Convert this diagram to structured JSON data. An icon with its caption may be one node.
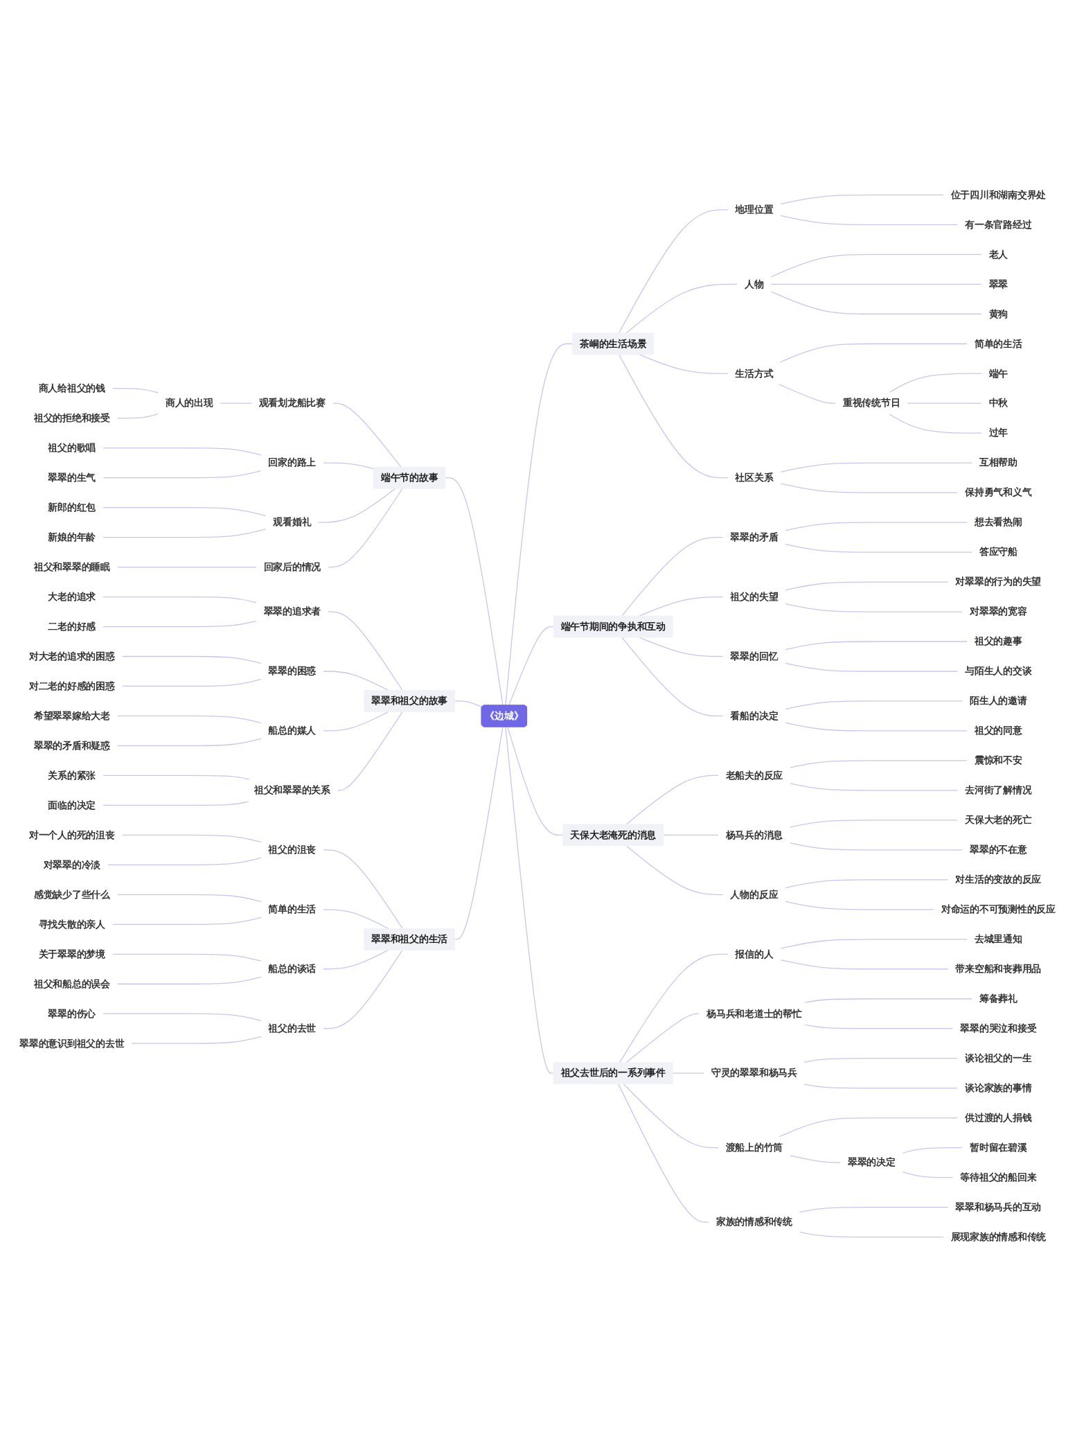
{
  "diagram": {
    "nodes": [
      {
        "text": [
          "《边城》"
        ]
      },
      {
        "text": [
          "茶峒的生活场景"
        ]
      },
      {
        "text": [
          "地理位置"
        ]
      },
      {
        "text": [
          "位于四川和湖南交界处"
        ]
      },
      {
        "text": [
          "有一条官路经过"
        ]
      },
      {
        "text": [
          "人物"
        ]
      },
      {
        "text": [
          "老人"
        ]
      },
      {
        "text": [
          "翠翠"
        ]
      },
      {
        "text": [
          "黄狗"
        ]
      },
      {
        "text": [
          "生活方式"
        ]
      },
      {
        "text": [
          "简单的生活"
        ]
      },
      {
        "text": [
          "重视传统节日"
        ]
      },
      {
        "text": [
          "端午"
        ]
      },
      {
        "text": [
          "中秋"
        ]
      },
      {
        "text": [
          "过年"
        ]
      },
      {
        "text": [
          "社区关系"
        ]
      },
      {
        "text": [
          "互相帮助"
        ]
      },
      {
        "text": [
          "保持勇气和义气"
        ]
      },
      {
        "text": [
          "端午节期间的争执和互动"
        ]
      },
      {
        "text": [
          "翠翠的矛盾"
        ]
      },
      {
        "text": [
          "想去看热闹"
        ]
      },
      {
        "text": [
          "答应守船"
        ]
      },
      {
        "text": [
          "祖父的失望"
        ]
      },
      {
        "text": [
          "对翠翠的行为的失望"
        ]
      },
      {
        "text": [
          "对翠翠的宽容"
        ]
      },
      {
        "text": [
          "翠翠的回忆"
        ]
      },
      {
        "text": [
          "祖父的趣事"
        ]
      },
      {
        "text": [
          "与陌生人的交谈"
        ]
      },
      {
        "text": [
          "看船的决定"
        ]
      },
      {
        "text": [
          "陌生人的邀请"
        ]
      },
      {
        "text": [
          "祖父的同意"
        ]
      },
      {
        "text": [
          "天保大老淹死的消息"
        ]
      },
      {
        "text": [
          "老船夫的反应"
        ]
      },
      {
        "text": [
          "震惊和不安"
        ]
      },
      {
        "text": [
          "去河街了解情况"
        ]
      },
      {
        "text": [
          "杨马兵的消息"
        ]
      },
      {
        "text": [
          "天保大老的死亡"
        ]
      },
      {
        "text": [
          "翠翠的不在意"
        ]
      },
      {
        "text": [
          "人物的反应"
        ]
      },
      {
        "text": [
          "对生活的变故的反应"
        ]
      },
      {
        "text": [
          "对命运的不可预测性的反应"
        ]
      },
      {
        "text": [
          "祖父去世后的一系列事件"
        ]
      },
      {
        "text": [
          "报信的人"
        ]
      },
      {
        "text": [
          "去城里通知"
        ]
      },
      {
        "text": [
          "带来空船和丧葬用品"
        ]
      },
      {
        "text": [
          "杨马兵和老道士的帮忙"
        ]
      },
      {
        "text": [
          "筹备葬礼"
        ]
      },
      {
        "text": [
          "翠翠的哭泣和接受"
        ]
      },
      {
        "text": [
          "守灵的翠翠和杨马兵"
        ]
      },
      {
        "text": [
          "谈论祖父的一生"
        ]
      },
      {
        "text": [
          "谈论家族的事情"
        ]
      },
      {
        "text": [
          "渡船上的竹筒"
        ]
      },
      {
        "text": [
          "供过渡的人捐钱"
        ]
      },
      {
        "text": [
          "翠翠的决定"
        ]
      },
      {
        "text": [
          "暂时留在碧溪"
        ]
      },
      {
        "text": [
          "等待祖父的船回来"
        ]
      },
      {
        "text": [
          "家族的情感和传统"
        ]
      },
      {
        "text": [
          "翠翠和杨马兵的互动"
        ]
      },
      {
        "text": [
          "展现家族的情感和传统"
        ]
      },
      {
        "text": [
          "端午节的故事"
        ]
      },
      {
        "text": [
          "观看划龙船比赛"
        ]
      },
      {
        "text": [
          "商人的出现"
        ]
      },
      {
        "text": [
          "商人给祖父的钱"
        ]
      },
      {
        "text": [
          "祖父的拒绝和接受"
        ]
      },
      {
        "text": [
          "回家的路上"
        ]
      },
      {
        "text": [
          "祖父的歌唱"
        ]
      },
      {
        "text": [
          "翠翠的生气"
        ]
      },
      {
        "text": [
          "观看婚礼"
        ]
      },
      {
        "text": [
          "新郎的红包"
        ]
      },
      {
        "text": [
          "新娘的年龄"
        ]
      },
      {
        "text": [
          "回家后的情况"
        ]
      },
      {
        "text": [
          "祖父和翠翠的睡眠"
        ]
      },
      {
        "text": [
          "翠翠和祖父的故事"
        ]
      },
      {
        "text": [
          "翠翠的追求者"
        ]
      },
      {
        "text": [
          "大老的追求"
        ]
      },
      {
        "text": [
          "二老的好感"
        ]
      },
      {
        "text": [
          "翠翠的困惑"
        ]
      },
      {
        "text": [
          "对大老的追求的困惑"
        ]
      },
      {
        "text": [
          "对二老的好感的困惑"
        ]
      },
      {
        "text": [
          "船总的媒人"
        ]
      },
      {
        "text": [
          "希望翠翠嫁给大老"
        ]
      },
      {
        "text": [
          "翠翠的矛盾和疑惑"
        ]
      },
      {
        "text": [
          "祖父和翠翠的关系"
        ]
      },
      {
        "text": [
          "关系的紧张"
        ]
      },
      {
        "text": [
          "面临的决定"
        ]
      },
      {
        "text": [
          "翠翠和祖父的生活"
        ]
      },
      {
        "text": [
          "祖父的沮丧"
        ]
      },
      {
        "text": [
          "对一个人的死的沮丧"
        ]
      },
      {
        "text": [
          "对翠翠的冷淡"
        ]
      },
      {
        "text": [
          "简单的生活"
        ]
      },
      {
        "text": [
          "感觉缺少了些什么"
        ]
      },
      {
        "text": [
          "寻找失散的亲人"
        ]
      },
      {
        "text": [
          "船总的谈话"
        ]
      },
      {
        "text": [
          "关于翠翠的梦境"
        ]
      },
      {
        "text": [
          "祖父和船总的误会"
        ]
      },
      {
        "text": [
          "祖父的去世"
        ]
      },
      {
        "text": [
          "翠翠的伤心"
        ]
      },
      {
        "text": [
          "翠翠的意识到祖父的去世"
        ]
      }
    ],
    "edges": [
      {
        "from": 0,
        "to": 1,
        "arrow": "none"
      },
      {
        "from": 1,
        "to": 2,
        "arrow": "none"
      },
      {
        "from": 2,
        "to": 3,
        "arrow": "none"
      },
      {
        "from": 2,
        "to": 4,
        "arrow": "none"
      },
      {
        "from": 1,
        "to": 5,
        "arrow": "none"
      },
      {
        "from": 5,
        "to": 6,
        "arrow": "none"
      },
      {
        "from": 5,
        "to": 7,
        "arrow": "none"
      },
      {
        "from": 5,
        "to": 8,
        "arrow": "none"
      },
      {
        "from": 1,
        "to": 9,
        "arrow": "none"
      },
      {
        "from": 9,
        "to": 10,
        "arrow": "none"
      },
      {
        "from": 9,
        "to": 11,
        "arrow": "none"
      },
      {
        "from": 11,
        "to": 12,
        "arrow": "none"
      },
      {
        "from": 11,
        "to": 13,
        "arrow": "none"
      },
      {
        "from": 11,
        "to": 14,
        "arrow": "none"
      },
      {
        "from": 1,
        "to": 15,
        "arrow": "none"
      },
      {
        "from": 15,
        "to": 16,
        "arrow": "none"
      },
      {
        "from": 15,
        "to": 17,
        "arrow": "none"
      },
      {
        "from": 0,
        "to": 18,
        "arrow": "none"
      },
      {
        "from": 18,
        "to": 19,
        "arrow": "none"
      },
      {
        "from": 19,
        "to": 20,
        "arrow": "none"
      },
      {
        "from": 19,
        "to": 21,
        "arrow": "none"
      },
      {
        "from": 18,
        "to": 22,
        "arrow": "none"
      },
      {
        "from": 22,
        "to": 23,
        "arrow": "none"
      },
      {
        "from": 22,
        "to": 24,
        "arrow": "none"
      },
      {
        "from": 18,
        "to": 25,
        "arrow": "none"
      },
      {
        "from": 25,
        "to": 26,
        "arrow": "none"
      },
      {
        "from": 25,
        "to": 27,
        "arrow": "none"
      },
      {
        "from": 18,
        "to": 28,
        "arrow": "none"
      },
      {
        "from": 28,
        "to": 29,
        "arrow": "none"
      },
      {
        "from": 28,
        "to": 30,
        "arrow": "none"
      },
      {
        "from": 0,
        "to": 31,
        "arrow": "none"
      },
      {
        "from": 31,
        "to": 32,
        "arrow": "none"
      },
      {
        "from": 32,
        "to": 33,
        "arrow": "none"
      },
      {
        "from": 32,
        "to": 34,
        "arrow": "none"
      },
      {
        "from": 31,
        "to": 35,
        "arrow": "none"
      },
      {
        "from": 35,
        "to": 36,
        "arrow": "none"
      },
      {
        "from": 35,
        "to": 37,
        "arrow": "none"
      },
      {
        "from": 31,
        "to": 38,
        "arrow": "none"
      },
      {
        "from": 38,
        "to": 39,
        "arrow": "none"
      },
      {
        "from": 38,
        "to": 40,
        "arrow": "none"
      },
      {
        "from": 0,
        "to": 41,
        "arrow": "none"
      },
      {
        "from": 41,
        "to": 42,
        "arrow": "none"
      },
      {
        "from": 42,
        "to": 43,
        "arrow": "none"
      },
      {
        "from": 42,
        "to": 44,
        "arrow": "none"
      },
      {
        "from": 41,
        "to": 45,
        "arrow": "none"
      },
      {
        "from": 45,
        "to": 46,
        "arrow": "none"
      },
      {
        "from": 45,
        "to": 47,
        "arrow": "none"
      },
      {
        "from": 41,
        "to": 48,
        "arrow": "none"
      },
      {
        "from": 48,
        "to": 49,
        "arrow": "none"
      },
      {
        "from": 48,
        "to": 50,
        "arrow": "none"
      },
      {
        "from": 41,
        "to": 51,
        "arrow": "none"
      },
      {
        "from": 51,
        "to": 52,
        "arrow": "none"
      },
      {
        "from": 51,
        "to": 53,
        "arrow": "none"
      },
      {
        "from": 53,
        "to": 54,
        "arrow": "none"
      },
      {
        "from": 53,
        "to": 55,
        "arrow": "none"
      },
      {
        "from": 41,
        "to": 56,
        "arrow": "none"
      },
      {
        "from": 56,
        "to": 57,
        "arrow": "none"
      },
      {
        "from": 56,
        "to": 58,
        "arrow": "none"
      },
      {
        "from": 59,
        "to": 0,
        "arrow": "none"
      },
      {
        "from": 60,
        "to": 59,
        "arrow": "none"
      },
      {
        "from": 61,
        "to": 60,
        "arrow": "none"
      },
      {
        "from": 62,
        "to": 61,
        "arrow": "none"
      },
      {
        "from": 63,
        "to": 61,
        "arrow": "none"
      },
      {
        "from": 64,
        "to": 59,
        "arrow": "none"
      },
      {
        "from": 65,
        "to": 64,
        "arrow": "none"
      },
      {
        "from": 66,
        "to": 64,
        "arrow": "none"
      },
      {
        "from": 67,
        "to": 59,
        "arrow": "none"
      },
      {
        "from": 68,
        "to": 67,
        "arrow": "none"
      },
      {
        "from": 69,
        "to": 67,
        "arrow": "none"
      },
      {
        "from": 70,
        "to": 59,
        "arrow": "none"
      },
      {
        "from": 71,
        "to": 70,
        "arrow": "none"
      },
      {
        "from": 72,
        "to": 0,
        "arrow": "none"
      },
      {
        "from": 73,
        "to": 72,
        "arrow": "none"
      },
      {
        "from": 74,
        "to": 73,
        "arrow": "none"
      },
      {
        "from": 75,
        "to": 73,
        "arrow": "none"
      },
      {
        "from": 76,
        "to": 72,
        "arrow": "none"
      },
      {
        "from": 77,
        "to": 76,
        "arrow": "none"
      },
      {
        "from": 78,
        "to": 76,
        "arrow": "none"
      },
      {
        "from": 79,
        "to": 72,
        "arrow": "none"
      },
      {
        "from": 80,
        "to": 79,
        "arrow": "none"
      },
      {
        "from": 81,
        "to": 79,
        "arrow": "none"
      },
      {
        "from": 82,
        "to": 72,
        "arrow": "none"
      },
      {
        "from": 83,
        "to": 82,
        "arrow": "none"
      },
      {
        "from": 84,
        "to": 82,
        "arrow": "none"
      },
      {
        "from": 85,
        "to": 0,
        "arrow": "none"
      },
      {
        "from": 86,
        "to": 85,
        "arrow": "none"
      },
      {
        "from": 87,
        "to": 86,
        "arrow": "none"
      },
      {
        "from": 88,
        "to": 86,
        "arrow": "none"
      },
      {
        "from": 89,
        "to": 85,
        "arrow": "none"
      },
      {
        "from": 90,
        "to": 89,
        "arrow": "none"
      },
      {
        "from": 91,
        "to": 89,
        "arrow": "none"
      },
      {
        "from": 92,
        "to": 85,
        "arrow": "none"
      },
      {
        "from": 93,
        "to": 92,
        "arrow": "none"
      },
      {
        "from": 94,
        "to": 92,
        "arrow": "none"
      },
      {
        "from": 95,
        "to": 85,
        "arrow": "none"
      },
      {
        "from": 96,
        "to": 95,
        "arrow": "none"
      },
      {
        "from": 97,
        "to": 95,
        "arrow": "none"
      }
    ]
  }
}
